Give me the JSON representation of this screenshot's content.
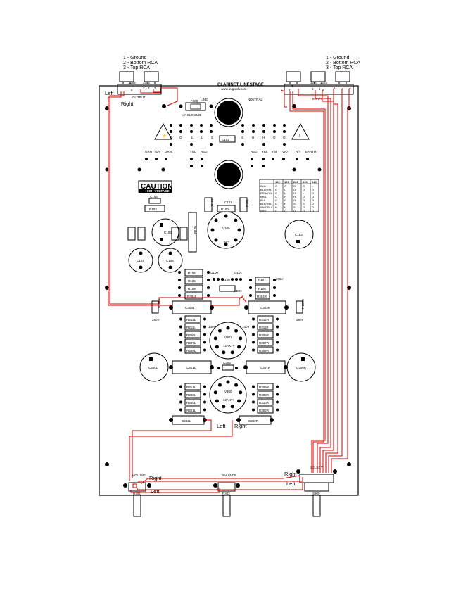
{
  "pin_legend": [
    "1 - Ground",
    "2 - Bottom RCA",
    "3 - Top RCA"
  ],
  "header": {
    "title": "CLARINET LINESTAGE",
    "url": "www.bugtech.com"
  },
  "connectors": {
    "output_label": "OUTPUT",
    "input_label": "INPUT",
    "j304": "J304",
    "j305": "J305",
    "j300": "J300",
    "j303": "J303"
  },
  "wire_labels": {
    "left": "Left",
    "right": "Right"
  },
  "mains": {
    "line": "LINE",
    "neutral": "NEUTRAL",
    "fuse": "F100",
    "fuse_rating": "¼A SLO-BLO",
    "c102": "C102",
    "tab_letters": [
      "O",
      "O",
      "L",
      "L",
      "S",
      "S",
      "H",
      "H",
      "O",
      "O"
    ]
  },
  "transformer_wires": {
    "left": [
      "GRN",
      "G/Y",
      "GRN",
      "YEL",
      "RED"
    ],
    "right": [
      "RED",
      "YEL",
      "Y/B",
      "VIO",
      "R/Y",
      "EARTH"
    ]
  },
  "caution": {
    "title": "CAUTION",
    "sub": "HIGH VOLTAGE"
  },
  "supply_parts": {
    "c103": "C103",
    "r103": "R103",
    "r102": "R102",
    "r101": "R101",
    "r100": "R100",
    "c101": "C101",
    "r120": "R120",
    "v100": "V100",
    "v100_type": "5Y3",
    "c106": "C106",
    "c104": "C104",
    "c105": "C105",
    "c153": "C153",
    "r105": "R105",
    "r106": "R106",
    "r107": "R107"
  },
  "voltage_table": {
    "headers": [
      "",
      "100",
      "120",
      "220",
      "230",
      "240"
    ],
    "rows": [
      [
        "BLU",
        "O",
        "O",
        "O",
        "O",
        "L"
      ],
      [
        "BLU/YEL",
        "C",
        "L",
        "O",
        "O",
        "O"
      ],
      [
        "BRN/YEL",
        "O",
        "L",
        "O",
        "L",
        "O"
      ],
      [
        "BRN",
        "C",
        "H",
        "H",
        "O",
        "O"
      ],
      [
        "BLK",
        "O",
        "O",
        "O",
        "O",
        "O"
      ],
      [
        "BLK/RED",
        "O",
        "H",
        "S",
        "S",
        "O"
      ],
      [
        "WHT/BLK",
        "H",
        "H",
        "S",
        "O",
        "O"
      ],
      [
        "WHT",
        "O",
        "O",
        "O",
        "O",
        "O"
      ]
    ]
  },
  "regulator": {
    "r104": "R104",
    "r105": "R105",
    "r108": "R108",
    "r304l": "R304L",
    "q100": "Q100",
    "q101": "Q101",
    "d100": "D100",
    "led": "LED+",
    "r107": "R107",
    "r106": "R106",
    "r304r": "R304R",
    "v275": "275V",
    "c303l": "C303L",
    "c303r": "C303R",
    "r105l": "R105L",
    "r105r": "R105R",
    "v280_left": "280V",
    "v280_right": "280V"
  },
  "stage1": {
    "left_res": [
      "R312L",
      "R311L",
      "R306L",
      "R307L",
      "R308L"
    ],
    "right_res": [
      "R312R",
      "R311R",
      "R306R",
      "R307R",
      "R308R"
    ],
    "tube": "V301",
    "tube_type": "12AX7+",
    "v_left": "140V",
    "v_right": "140V"
  },
  "stage2": {
    "c300l": "C300L",
    "c300r": "C300R",
    "c301l": "C301L",
    "c301r": "C301R",
    "c306": "C306"
  },
  "stage3": {
    "left_res": [
      "R314L",
      "R303L",
      "R300L",
      "R301L"
    ],
    "right_res": [
      "R309R",
      "R303R",
      "R310R",
      "R302R"
    ],
    "tube": "V300",
    "tube_type": "12AX7+",
    "c302l": "C302L",
    "c302r": "C302R"
  },
  "controls": {
    "volume": "VOLUME",
    "volume_ref": "R301",
    "balance": "BALANCE",
    "balance_ref": "R302",
    "select": "SELECT",
    "select_ref": "S300"
  }
}
